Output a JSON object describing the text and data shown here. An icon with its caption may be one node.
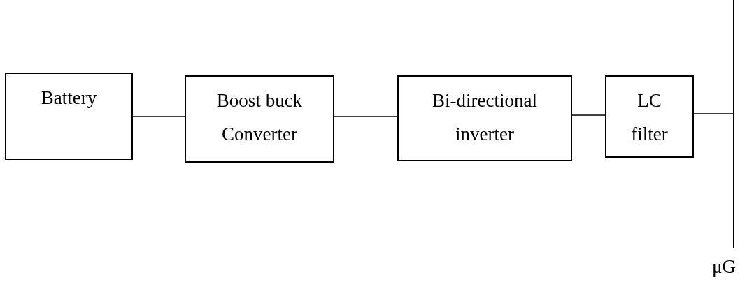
{
  "diagram": {
    "nodes": [
      {
        "text": [
          "Battery"
        ]
      },
      {
        "text": [
          "Boost buck Converter"
        ]
      },
      {
        "text": [
          "Bi-directional inverter"
        ]
      },
      {
        "text": [
          "LC filter"
        ]
      },
      {
        "text": [],
        "shape": "bar",
        "beside": [
          "μG"
        ]
      }
    ],
    "edges": [
      {
        "from": 0,
        "to": 1,
        "arrow": "none"
      },
      {
        "from": 1,
        "to": 2,
        "arrow": "none"
      },
      {
        "from": 2,
        "to": 3,
        "arrow": "none"
      },
      {
        "from": 3,
        "to": 4,
        "arrow": "none"
      }
    ]
  }
}
